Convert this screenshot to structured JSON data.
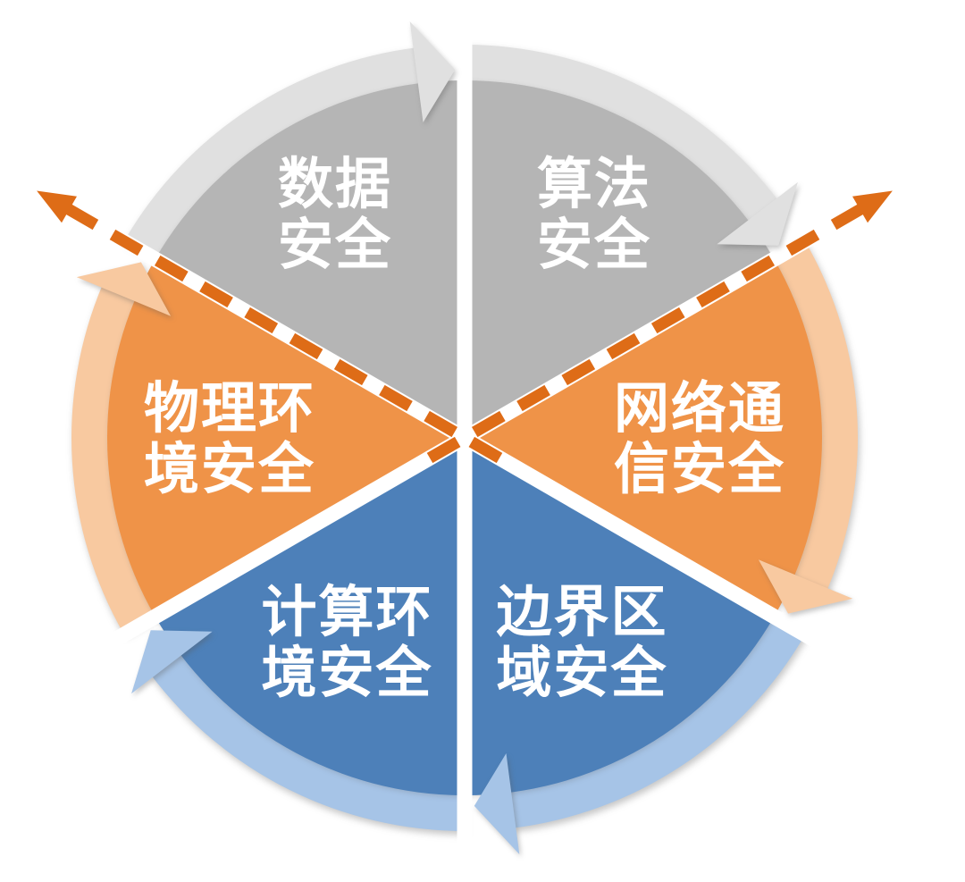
{
  "diagram": {
    "background_color": "#ffffff",
    "label_color": "#ffffff",
    "dashed_arrow_color": "#de6c17",
    "rotation": "clockwise",
    "segments": [
      {
        "name": "algorithm-security",
        "label": "算法安全",
        "lines": [
          "算法",
          "安全"
        ],
        "dark_color": "#b5b5b5",
        "light_color": "#e0e0e0",
        "start_deg": 0,
        "end_deg": 60
      },
      {
        "name": "network-communication-security",
        "label": "网络通信安全",
        "lines": [
          "网络通",
          "信安全"
        ],
        "dark_color": "#ef9348",
        "light_color": "#f8c9a0",
        "start_deg": 60,
        "end_deg": 120
      },
      {
        "name": "boundary-area-security",
        "label": "边界区域安全",
        "lines": [
          "边界区",
          "域安全"
        ],
        "dark_color": "#4d80b9",
        "light_color": "#a6c4e7",
        "start_deg": 120,
        "end_deg": 180
      },
      {
        "name": "computing-environment-security",
        "label": "计算环境安全",
        "lines": [
          "计算环",
          "境安全"
        ],
        "dark_color": "#4d80b9",
        "light_color": "#a6c4e7",
        "start_deg": 180,
        "end_deg": 240
      },
      {
        "name": "physical-environment-security",
        "label": "物理环境安全",
        "lines": [
          "物理环",
          "境安全"
        ],
        "dark_color": "#ef9348",
        "light_color": "#f8c9a0",
        "start_deg": 240,
        "end_deg": 300
      },
      {
        "name": "data-security",
        "label": "数据安全",
        "lines": [
          "数据",
          "安全"
        ],
        "dark_color": "#b5b5b5",
        "light_color": "#e0e0e0",
        "start_deg": 300,
        "end_deg": 360
      }
    ],
    "dashed_arrows": [
      {
        "name": "dashed-arrow-upper-left",
        "direction_deg": 300
      },
      {
        "name": "dashed-arrow-upper-right",
        "direction_deg": 60
      }
    ]
  }
}
